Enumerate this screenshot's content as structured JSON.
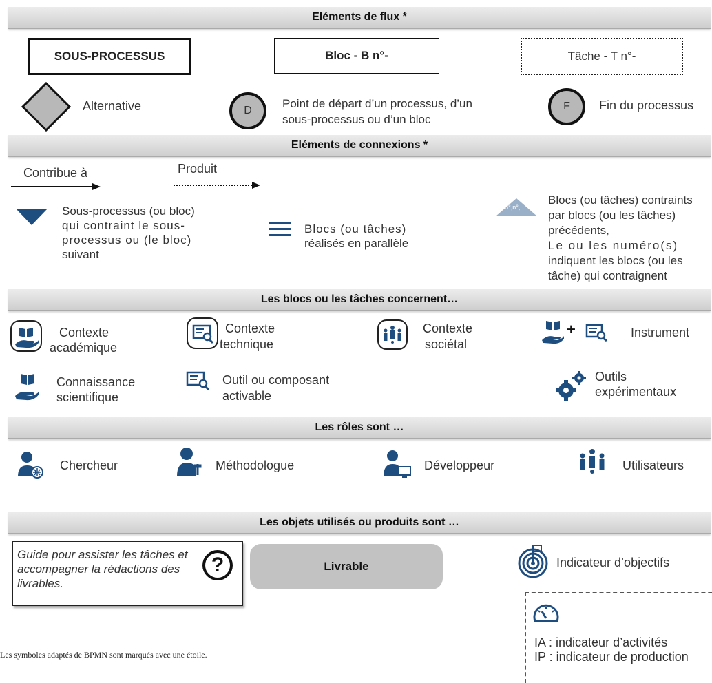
{
  "sections": {
    "flux": "Eléments de flux *",
    "connexions": "Eléments de connexions *",
    "blocs": "Les blocs ou les tâches concernent…",
    "roles": "Les rôles sont …",
    "objets": "Les objets utilisés ou produits sont  …"
  },
  "flux": {
    "sous_processus": "SOUS-PROCESSUS",
    "bloc": "Bloc - B n°-",
    "tache": "Tâche - T n°-",
    "alternative": "Alternative",
    "depart_letter": "D",
    "depart_l1": "Point de départ d’un processus, d’un",
    "depart_l2": "sous-processus ou d’un bloc",
    "fin_letter": "F",
    "fin": "Fin du processus"
  },
  "connexions": {
    "contribue": "Contribue à",
    "produit": "Produit",
    "sous_l1": "Sous-processus   (ou bloc)",
    "sous_l2": "qui contraint le sous-",
    "sous_l3": "processus ou (le bloc)",
    "sous_l4": "suivant",
    "parallel_l1": "Blocs (ou tâches)",
    "parallel_l2": "réalisés en parallèle",
    "tri_label": "n°,n°, …",
    "contraints_l1": "Blocs (ou tâches) contraints",
    "contraints_l2": "par blocs (ou les tâches)",
    "contraints_l3": "précédents,",
    "contraints_l4": "Le ou les numéro(s)",
    "contraints_l5": "indiquent les blocs (ou les",
    "contraints_l6": "tâche) qui contraignent"
  },
  "blocs": {
    "academique_l1": "Contexte",
    "academique_l2": "académique",
    "technique_l1": "Contexte",
    "technique_l2": "technique",
    "societal_l1": "Contexte",
    "societal_l2": "sociétal",
    "plus": "+",
    "instrument": "Instrument",
    "connaissance_l1": "Connaissance",
    "connaissance_l2": "scientifique",
    "outil_l1": "Outil ou composant",
    "outil_l2": "activable",
    "outils_exp_l1": "Outils",
    "outils_exp_l2": "expérimentaux"
  },
  "roles": {
    "chercheur": "Chercheur",
    "methodologue": "Méthodologue",
    "developpeur": "Développeur",
    "utilisateurs": "Utilisateurs"
  },
  "objets": {
    "guide_l1": "Guide pour assister les tâches et",
    "guide_l2": "accompagner la rédactions des",
    "guide_l3": "livrables.",
    "guide_symbol": "?",
    "livrable": "Livrable",
    "indicateur": "Indicateur d’objectifs",
    "ia": "IA : indicateur d’activités",
    "ip": "IP : indicateur de production"
  },
  "footnote": "Les symboles adaptés de BPMN sont marqués avec une étoile.",
  "colors": {
    "navy": "#1e4d80",
    "gray_shape": "#b8b8b8",
    "band": "#dcdcdc"
  }
}
